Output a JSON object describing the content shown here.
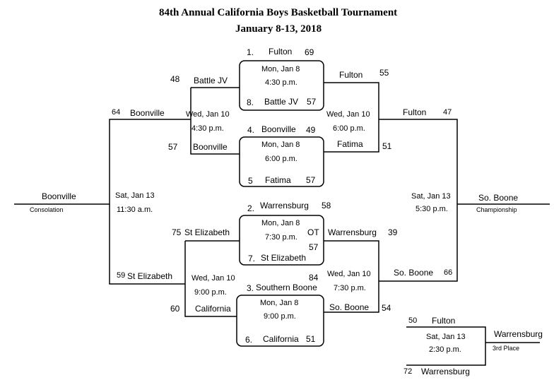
{
  "title": "84th Annual California Boys Basketball Tournament",
  "subtitle": "January 8-13, 2018",
  "g1": {
    "seed_top": "1.",
    "team_top": "Fulton",
    "score_top": "69",
    "date": "Mon, Jan 8",
    "time": "4:30 p.m.",
    "seed_bot": "8.",
    "team_bot": "Battle JV",
    "score_bot": "57"
  },
  "g2": {
    "seed_top": "4.",
    "team_top": "Boonville",
    "score_top": "49",
    "date": "Mon, Jan 8",
    "time": "6:00 p.m.",
    "seed_bot": "5",
    "team_bot": "Fatima",
    "score_bot": "57"
  },
  "g3": {
    "seed_top": "2.",
    "team_top": "Warrensburg",
    "score_top": "58",
    "date": "Mon, Jan 8",
    "time": "7:30 p.m.",
    "ot": "OT",
    "seed_bot": "7.",
    "team_bot": "St Elizabeth",
    "score_bot": "57"
  },
  "g4": {
    "seed_top": "3.",
    "team_top": "Southern Boone",
    "score_top": "84",
    "date": "Mon, Jan 8",
    "time": "9:00 p.m.",
    "seed_bot": "6.",
    "team_bot": "California",
    "score_bot": "51"
  },
  "cons_semi1": {
    "score_top": "48",
    "team_top": "Battle JV",
    "date": "Wed, Jan 10",
    "time": "4:30 p.m.",
    "score_bot": "57",
    "team_bot": "Boonville"
  },
  "cons_semi2": {
    "score_top": "75",
    "team_top": "St Elizabeth",
    "date": "Wed, Jan 10",
    "time": "9:00 p.m.",
    "score_bot": "60",
    "team_bot": "California"
  },
  "semi1": {
    "team_top": "Fulton",
    "score_top": "55",
    "date": "Wed, Jan 10",
    "time": "6:00 p.m.",
    "team_bot": "Fatima",
    "score_bot": "51"
  },
  "semi2": {
    "team_top": "Warrensburg",
    "score_top": "39",
    "date": "Wed, Jan 10",
    "time": "7:30 p.m.",
    "team_bot": "So. Boone",
    "score_bot": "54"
  },
  "cons_final": {
    "score_top": "64",
    "team_top": "Boonville",
    "score_bot": "59",
    "team_bot": "St Elizabeth",
    "date": "Sat, Jan 13",
    "time": "11:30 a.m.",
    "winner": "Boonville",
    "label": "Consolation"
  },
  "final": {
    "team_top": "Fulton",
    "score_top": "47",
    "team_bot": "So. Boone",
    "score_bot": "66",
    "date": "Sat, Jan 13",
    "time": "5:30 p.m.",
    "winner": "So. Boone",
    "label": "Championship"
  },
  "third": {
    "score_top": "50",
    "team_top": "Fulton",
    "score_bot": "72",
    "team_bot": "Warrensburg",
    "date": "Sat, Jan 13",
    "time": "2:30 p.m.",
    "winner": "Warrensburg",
    "label": "3rd Place"
  }
}
